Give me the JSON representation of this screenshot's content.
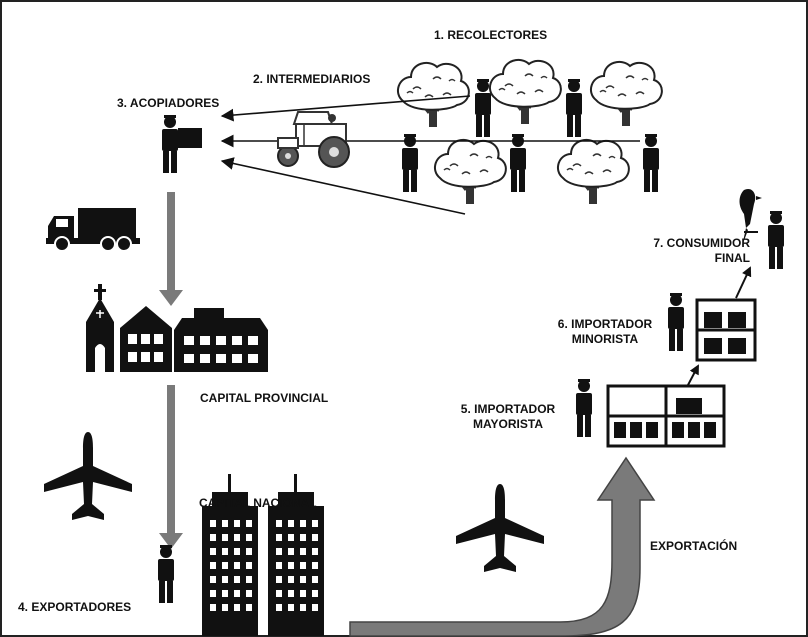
{
  "labels": {
    "recolectores": "1. RECOLECTORES",
    "intermediarios": "2. INTERMEDIARIOS",
    "acopiadores": "3. ACOPIADORES",
    "exportadores": "4. EXPORTADORES",
    "importador_mayorista_1": "5. IMPORTADOR",
    "importador_mayorista_2": "MAYORISTA",
    "importador_minorista_1": "6. IMPORTADOR",
    "importador_minorista_2": "MINORISTA",
    "consumidor_final_1": "7. CONSUMIDOR",
    "consumidor_final_2": "FINAL",
    "capital_provincial": "CAPITAL PROVINCIAL",
    "capital_nacional": "CAPITAL NACIONAL",
    "exportacion": "EXPORTACIÓN"
  },
  "icons": [
    "tree-icon",
    "person-icon",
    "tractor-icon",
    "truck-icon",
    "church-icon",
    "house-icon",
    "airplane-icon",
    "skyscraper-icon",
    "warehouse-shelf-icon",
    "parrot-icon"
  ],
  "colors": {
    "ink": "#111111",
    "arrow_gray": "#7a7a7a",
    "frame": "#222222"
  }
}
